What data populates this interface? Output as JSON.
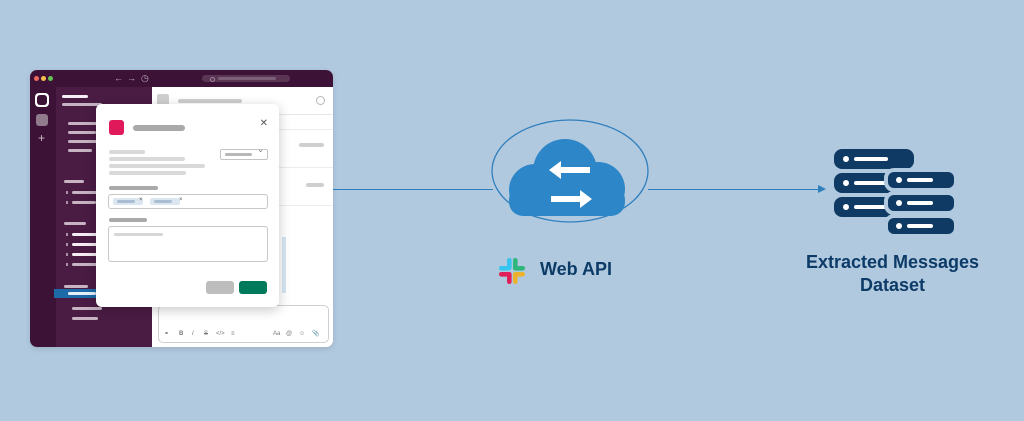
{
  "diagram": {
    "api_node": {
      "label": "Web API",
      "icon": "cloud-sync-icon",
      "logo": "slack-logo"
    },
    "output_node": {
      "label_line1": "Extracted Messages",
      "label_line2": "Dataset",
      "icon": "database-icon"
    },
    "source_node": {
      "icon": "slack-app-window"
    },
    "edges": [
      {
        "from": "source_node",
        "to": "api_node"
      },
      {
        "from": "api_node",
        "to": "output_node",
        "arrow": true
      }
    ]
  },
  "colors": {
    "background": "#b1c9df",
    "accent_blue": "#2d86c7",
    "label_navy": "#0c3b67",
    "slack_aubergine": "#3c1236",
    "submit_green": "#007a5a",
    "app_icon_pink": "#e0195a"
  },
  "slack_window": {
    "toolbar_icons": [
      "back-arrow-icon",
      "forward-arrow-icon",
      "history-icon",
      "search-icon"
    ],
    "composer_icons": [
      "link-icon",
      "bold-icon",
      "italic-icon",
      "strikethrough-icon",
      "code-icon",
      "list-icon",
      "text-format-icon",
      "mention-icon",
      "emoji-icon",
      "attach-icon"
    ]
  }
}
